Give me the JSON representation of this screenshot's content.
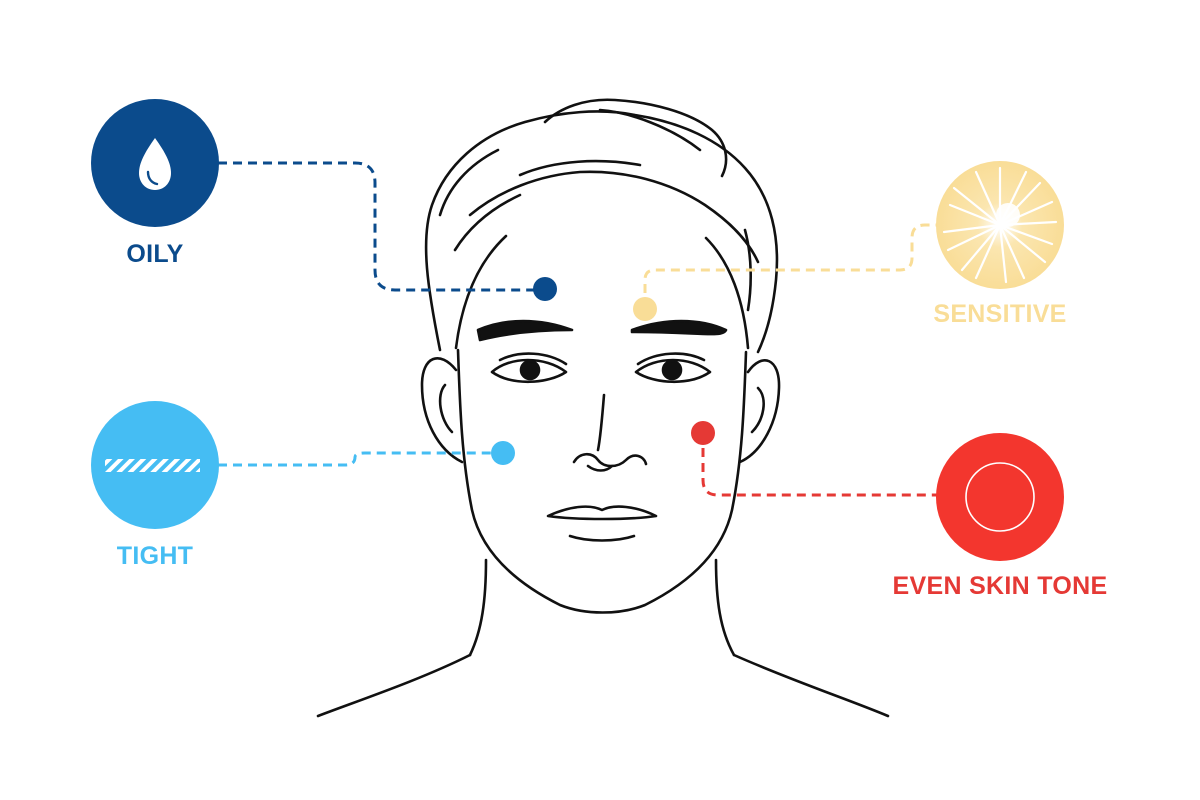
{
  "labels": {
    "oily": "OILY",
    "tight": "TIGHT",
    "sensitive": "SENSITIVE",
    "even_skin_tone": "EVEN SKIN TONE"
  },
  "icons": {
    "oily": "water-drop-icon",
    "tight": "striped-bar-icon",
    "sensitive": "starburst-icon",
    "even_skin_tone": "ring-icon"
  },
  "colors": {
    "oily": "#0b4b8c",
    "tight": "#45bdf3",
    "sensitive": "#f9dd97",
    "even_skin_tone": "#e53935",
    "outline": "#111111"
  }
}
